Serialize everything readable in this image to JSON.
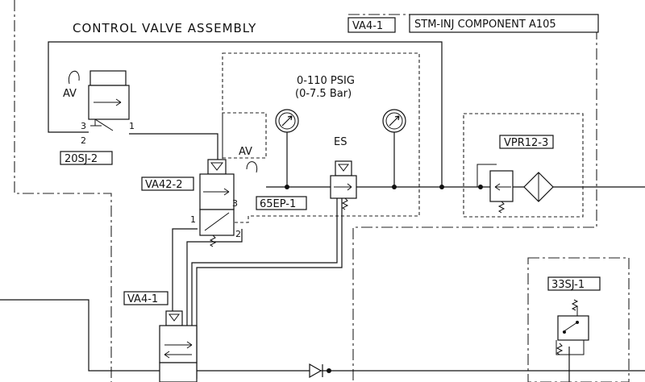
{
  "labels": {
    "assembly_title": "CONTROL VALVE ASSEMBLY",
    "va4_header": "VA4-1",
    "component_header": "STM-INJ COMPONENT A105",
    "pressure_range_1": "0-110 PSIG",
    "pressure_range_2": "(0-7.5 Bar)",
    "es": "ES",
    "av_top": "AV",
    "av_mid": "AV",
    "tag_20sj": "20SJ-2",
    "tag_va42": "VA42-2",
    "tag_65ep": "65EP-1",
    "tag_vpr": "VPR12-3",
    "tag_33sj": "33SJ-1",
    "tag_va4_lower": "VA4-1",
    "port_3_top": "3",
    "port_1_top": "1",
    "port_2_top": "2",
    "port_3_mid": "3",
    "port_1_mid": "1",
    "port_2_mid": "2"
  }
}
